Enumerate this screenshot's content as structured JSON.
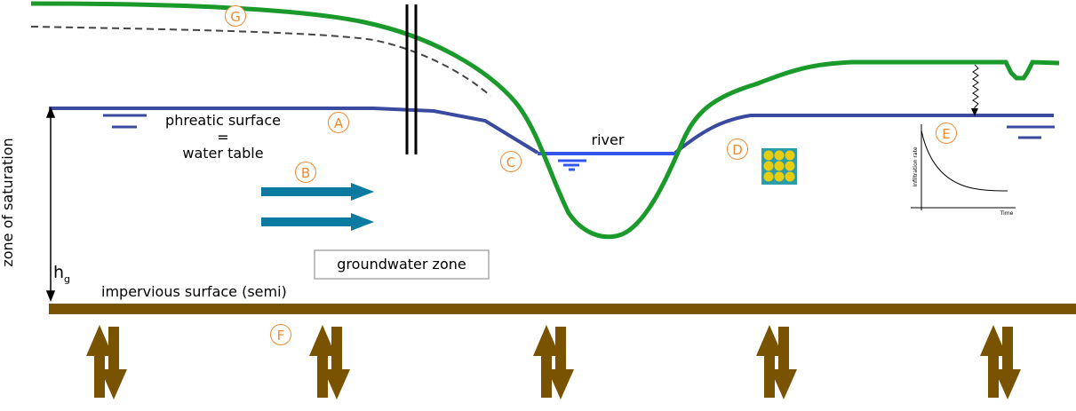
{
  "labels": {
    "phreatic_line1": "phreatic surface",
    "phreatic_line2": "=",
    "phreatic_line3": "water table",
    "river": "river",
    "groundwater_zone": "groundwater zone",
    "impervious": "impervious surface (semi)",
    "zone_saturation": "zone of saturation",
    "hg_main": "h",
    "hg_sub": "g"
  },
  "markers": {
    "A": "A",
    "B": "B",
    "C": "C",
    "D": "D",
    "E": "E",
    "F": "F",
    "G": "G"
  },
  "inset_chart": {
    "ylabel": "Infiltration rate",
    "xlabel": "Time"
  },
  "colors": {
    "ground": "#1a9a2a",
    "water_table": "#3a4a9e",
    "river_water": "#3355ee",
    "flow_arrow": "#0a7aa0",
    "impervious": "#7a5300",
    "marker": "#f08a30",
    "dashed": "#444444",
    "soil_box": "#2a9da8",
    "soil_grain": "#e8cc10"
  }
}
